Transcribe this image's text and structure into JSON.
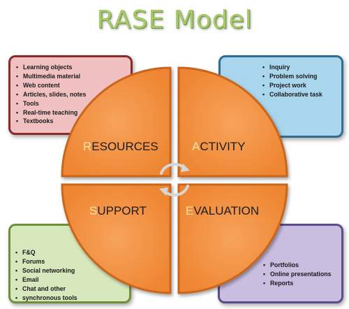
{
  "title": "RASE Model",
  "colors": {
    "title": "#a7c96a",
    "wheel_fill": "#f28c3c",
    "wheel_stroke": "#c9661f",
    "resources_box": "#f1c1c1",
    "activity_box": "#a9d6ec",
    "support_box": "#d7e8bc",
    "evaluation_box": "#c9bde0"
  },
  "quadrants": {
    "resources": {
      "initial": "R",
      "rest": "ESOURCES"
    },
    "activity": {
      "initial": "A",
      "rest": "CTIVITY"
    },
    "support": {
      "initial": "S",
      "rest": "UPPORT"
    },
    "evaluation": {
      "initial": "E",
      "rest": "VALUATION"
    }
  },
  "center_icon": "circular-refresh-arrows-icon",
  "boxes": {
    "resources": {
      "items": [
        "Learning objects",
        "Multimedia material",
        "Web content",
        "Articles, slides, notes",
        "Tools",
        "Real-time teaching",
        "Textbooks"
      ]
    },
    "activity": {
      "items": [
        "Inquiry",
        "Problem solving",
        "Project work",
        "Collaborative task"
      ]
    },
    "support": {
      "items": [
        "F&Q",
        "Forums",
        "Social networking",
        "Email",
        "Chat and other",
        "synchronous tools"
      ]
    },
    "evaluation": {
      "items": [
        "Portfolios",
        "Online presentations",
        "Reports"
      ]
    }
  }
}
